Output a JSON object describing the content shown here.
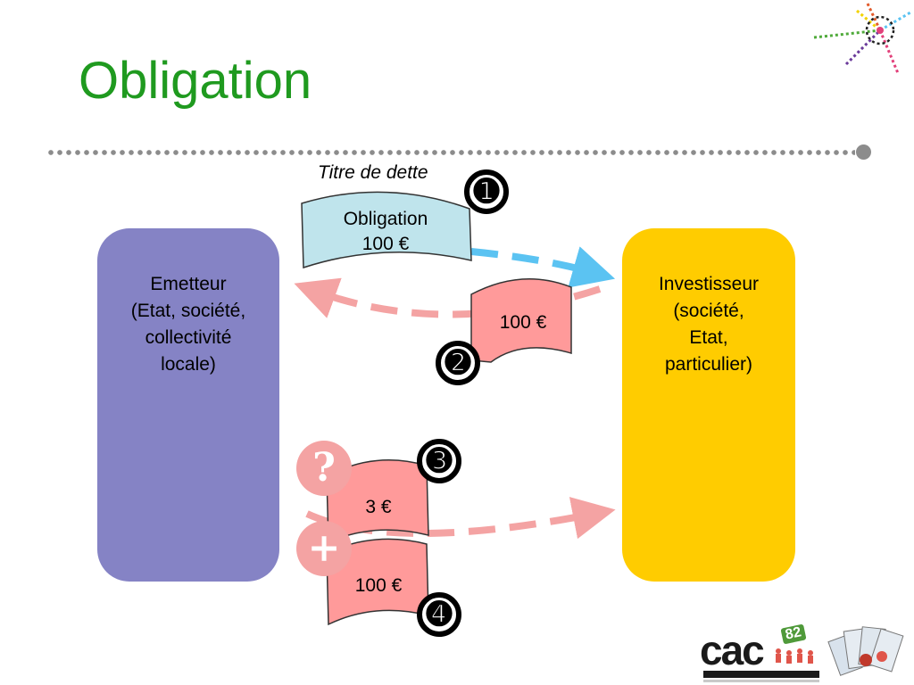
{
  "slide": {
    "title": "Obligation"
  },
  "emitter": {
    "label": "Emetteur\n(Etat, société,\ncollectivité\nlocale)"
  },
  "investor": {
    "label": "Investisseur\n(société,\nEtat,\nparticulier)"
  },
  "bond": {
    "caption": "Titre de dette",
    "label": "Obligation\n100 €"
  },
  "payments": {
    "principal_payment": "100 €",
    "interest": "3 €",
    "repayment": "100 €"
  },
  "steps": [
    "➊",
    "➋",
    "➌",
    "➍"
  ],
  "operators": {
    "question": "?",
    "plus": "+"
  },
  "logo": {
    "name": "cac",
    "badge": "82"
  },
  "colors": {
    "title": "#1f9a1f",
    "emitter": "#8583c5",
    "investor": "#ffcc00",
    "bond": "#bfe4ec",
    "payment": "#ff9a9a",
    "arrow_blue": "#5bc3f2",
    "arrow_pink": "#f4a3a3"
  },
  "icons": {
    "corner": "network-lines-icon",
    "cards": "playing-cards-icon"
  }
}
